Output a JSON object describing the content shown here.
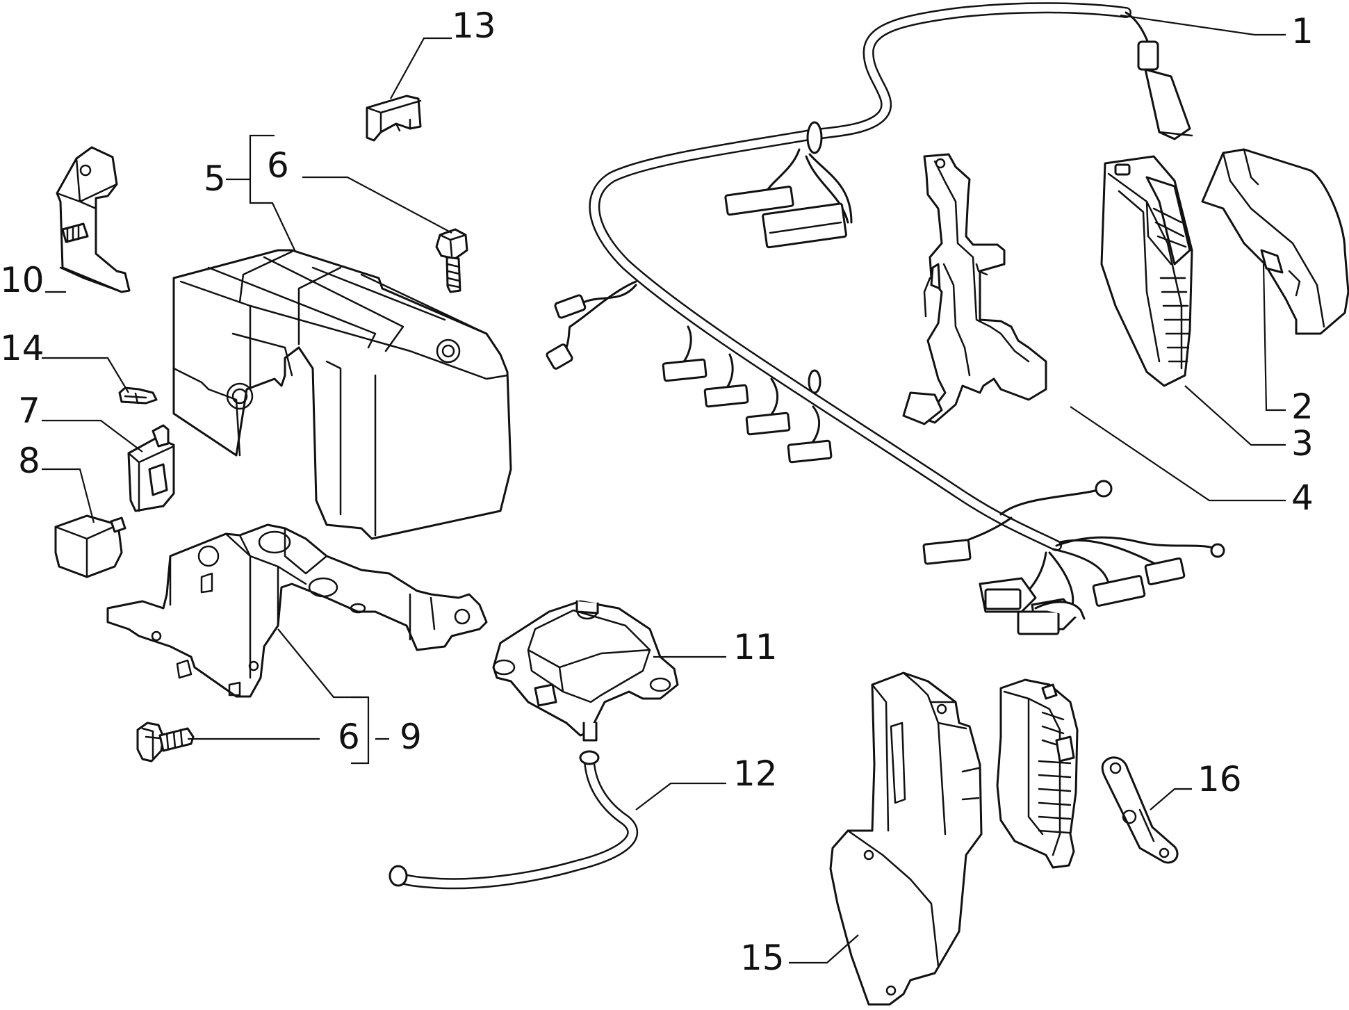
{
  "callouts": [
    {
      "id": "1",
      "text": "1"
    },
    {
      "id": "2",
      "text": "2"
    },
    {
      "id": "3",
      "text": "3"
    },
    {
      "id": "4",
      "text": "4"
    },
    {
      "id": "5",
      "text": "5"
    },
    {
      "id": "6a",
      "text": "6"
    },
    {
      "id": "6b",
      "text": "6"
    },
    {
      "id": "7",
      "text": "7"
    },
    {
      "id": "8",
      "text": "8"
    },
    {
      "id": "9",
      "text": "9"
    },
    {
      "id": "10",
      "text": "10"
    },
    {
      "id": "11",
      "text": "11"
    },
    {
      "id": "12",
      "text": "12"
    },
    {
      "id": "13",
      "text": "13"
    },
    {
      "id": "14",
      "text": "14"
    },
    {
      "id": "15",
      "text": "15"
    },
    {
      "id": "16",
      "text": "16"
    }
  ],
  "colors": {
    "line": "#111111",
    "background": "#ffffff"
  }
}
